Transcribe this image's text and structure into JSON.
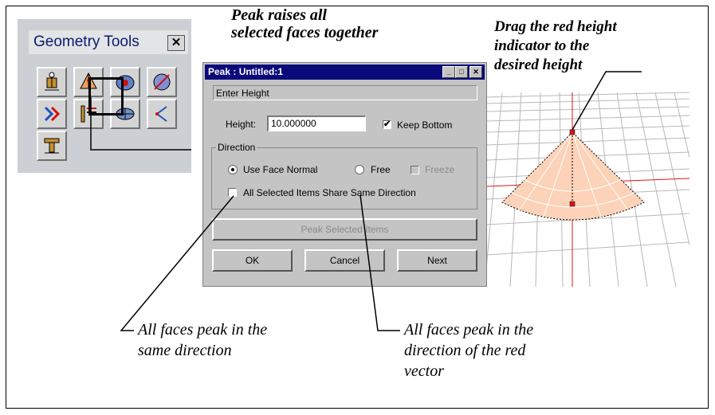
{
  "annotations": {
    "peak_raises": "Peak raises all\nselected faces together",
    "drag_indicator": "Drag the red height\n indicator to the\ndesired height",
    "same_direction": "All faces peak in the\nsame direction",
    "red_vector": "All faces peak in the\ndirection of the red\nvector"
  },
  "geometry_tools": {
    "title": "Geometry Tools",
    "close_glyph": "✕",
    "tools": [
      "figure-tool-icon",
      "peak-tool-icon",
      "disc-tool-icon",
      "sphere-tool-icon",
      "chevron-tool-icon",
      "align-tool-icon",
      "mesh-tool-icon",
      "branch-tool-icon",
      "extrude-tool-icon"
    ]
  },
  "dialog": {
    "title": "Peak : Untitled:1",
    "prompt": "Enter Height",
    "height_label": "Height:",
    "height_value": "10.000000",
    "keep_bottom_label": "Keep Bottom",
    "keep_bottom_checked": "✔",
    "direction_label": "Direction",
    "use_face_normal_label": "Use Face Normal",
    "free_label": "Free",
    "freeze_label": "Freeze",
    "share_direction_label": "All Selected Items Share Same Direction",
    "peak_selected_label": "Peak Selected Items",
    "ok_label": "OK",
    "cancel_label": "Cancel",
    "next_label": "Next",
    "minimize_glyph": "_",
    "maximize_glyph": "□",
    "close_glyph": "✕"
  },
  "colors": {
    "cone_fill": "#fcd2b8",
    "indicator": "#e0141a",
    "title_bar": "#0a0a7a"
  }
}
